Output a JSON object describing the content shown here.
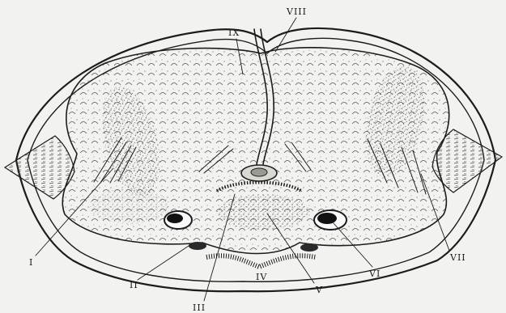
{
  "figure": {
    "labels": {
      "I": "I",
      "II": "II",
      "III": "III",
      "IV": "IV",
      "V": "V",
      "VI": "VI",
      "VII": "VII",
      "VIII": "VIII",
      "IX": "IX"
    }
  }
}
